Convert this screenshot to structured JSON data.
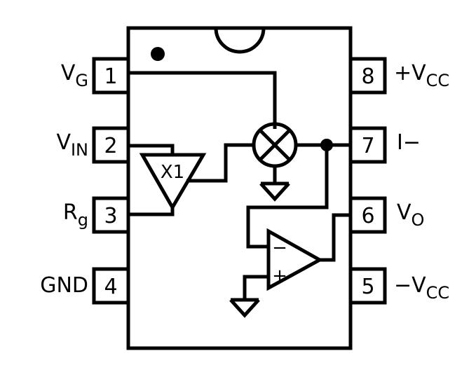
{
  "pins": [
    {
      "number": "1",
      "name": "V",
      "sub": "G"
    },
    {
      "number": "2",
      "name": "V",
      "sub": "IN"
    },
    {
      "number": "3",
      "name": "R",
      "sub": "g"
    },
    {
      "number": "4",
      "name": "GND",
      "sub": ""
    },
    {
      "number": "5",
      "name": "−V",
      "sub": "CC"
    },
    {
      "number": "6",
      "name": "V",
      "sub": "O"
    },
    {
      "number": "7",
      "name": "I−",
      "sub": ""
    },
    {
      "number": "8",
      "name": "+V",
      "sub": "CC"
    }
  ],
  "buffer_label": "X1",
  "opamp_minus": "−",
  "opamp_plus": "+",
  "colors": {
    "line": "#000000",
    "background": "#ffffff"
  }
}
